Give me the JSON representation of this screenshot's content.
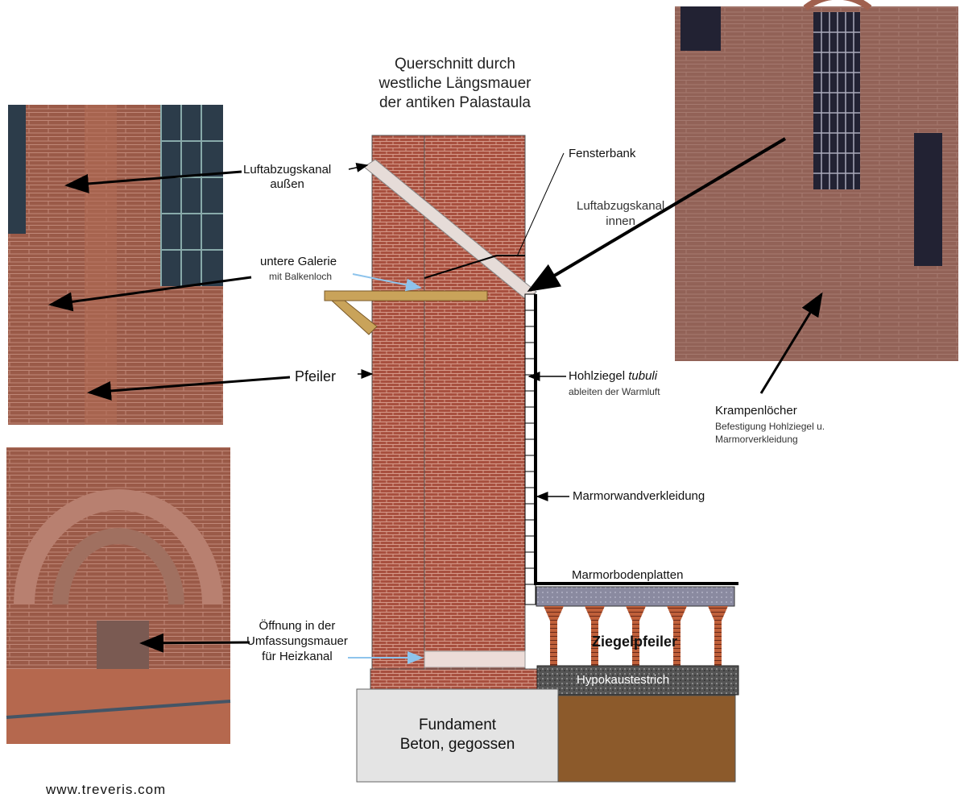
{
  "title": [
    "Querschnitt durch",
    "westliche Längsmauer",
    "der antiken Palastaula"
  ],
  "labels": {
    "luftabzug_aussen": [
      "Luftabzugskanal",
      "außen"
    ],
    "fensterbank": "Fensterbank",
    "luftabzug_innen": [
      "Luftabzugskanal",
      "innen"
    ],
    "untere_galerie": "untere Galerie",
    "balkenloch": "mit Balkenloch",
    "pfeiler": "Pfeiler",
    "hohlziegel": "Hohlziegel",
    "tubuli": "tubuli",
    "warmluft": "ableiten der Warmluft",
    "krampen": "Krampenlöcher",
    "krampen_sub": [
      "Befestigung Hohlziegel u.",
      "Marmorverkleidung"
    ],
    "marmorwand": "Marmorwandverkleidung",
    "marmorboden": "Marmorbodenplatten",
    "ziegelpfeiler": "Ziegelpfeiler",
    "hypokaust": "Hypokaustestrich",
    "oeffnung": [
      "Öffnung in der",
      "Umfassungsmauer",
      "für Heizkanal"
    ],
    "fundament": [
      "Fundament",
      "Beton, gegossen"
    ]
  },
  "footer": "www.treveris.com",
  "colors": {
    "brick": "#a5493a",
    "beam": "#c9a35a",
    "earth": "#8c5a2b",
    "concrete": "#e4e4e4",
    "arrow_blue": "#8ec4ec"
  }
}
